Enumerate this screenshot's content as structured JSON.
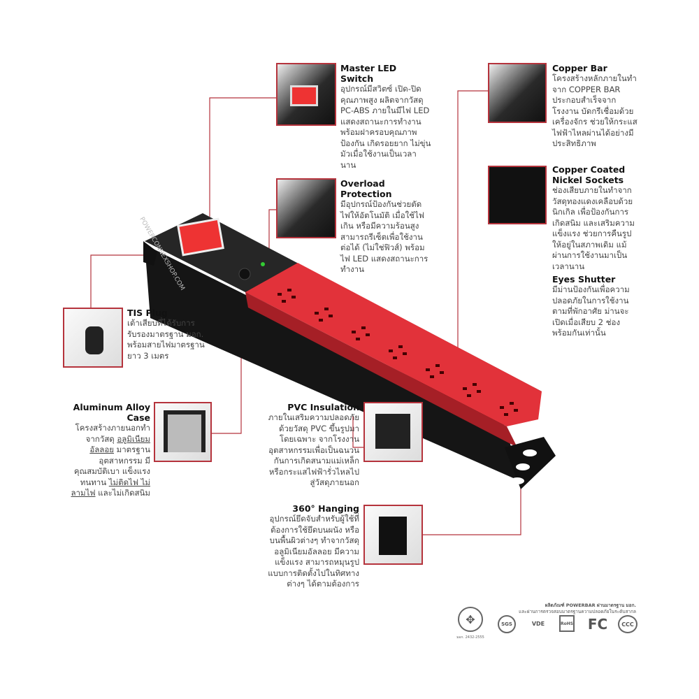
{
  "features": {
    "master": {
      "title": "Master LED Switch",
      "body": "อุปกรณ์มีสวิตซ์ เปิด-ปิด คุณภาพสูง ผลิตจากวัสดุ PC-ABS ภายในมีไฟ LED แสดงสถานะการทำงาน พร้อมฝาครอบคุณภาพ ป้องกัน เกิดรอยยาก ไม่ขุ่นมัวเมื่อใช้งานเป็นเวลานาน"
    },
    "overload": {
      "title": "Overload Protection",
      "body": "มีอุปกรณ์ป้องกันช่วยตัดไฟให้อัตโนมัติ เมื่อใช้ไฟเกิน หรือมีความร้อนสูง สามารถรีเซ็ตเพื่อใช้งานต่อได้ (ไม่ใช่ฟิวส์) พร้อมไฟ LED แสดงสถานะการทำงาน"
    },
    "copper": {
      "title": "Copper Bar",
      "body": "โครงสร้างหลักภายในทำจาก COPPER BAR ประกอบสำเร็จจากโรงงาน บัดกรีเชื่อมด้วยเครื่องจักร ช่วยให้กระแสไฟฟ้าไหลผ่านได้อย่างมีประสิทธิภาพ"
    },
    "nickel": {
      "title": "Copper Coated Nickel Sockets",
      "body": "ช่องเสียบภายในทำจากวัสดุทองแดงเคลือบด้วยนิกเกิล เพื่อป้องกันการเกิดสนิม และเสริมความแข็งแรง ช่วยการคืนรูปให้อยู่ในสภาพเดิม แม้ผ่านการใช้งานมาเป็นเวลานาน"
    },
    "shutter": {
      "title": "Eyes Shutter",
      "body": "มีม่านป้องกันเพื่อความปลอดภัยในการใช้งานตามที่พักอาศัย ม่านจะเปิดเมื่อเสียบ 2 ช่องพร้อมกันเท่านั้น"
    },
    "tis": {
      "title": "TIS Plug",
      "body": "เต้าเสียบที่ได้รับการรับรองมาตรฐาน มอก. พร้อมสายไฟมาตรฐานยาว 3 เมตร"
    },
    "aluminum": {
      "title": "Aluminum Alloy Case",
      "body1": "โครงสร้างภายนอกทำจากวัสดุ ",
      "link1": "อลูมิเนียมอัลลอย",
      "body2": " มาตรฐานอุตสาหกรรม มีคุณสมบัติเบา แข็งแรง ทนทาน ",
      "link2": "ไม่ติดไฟ ไม่ลามไฟ",
      "body3": " และไม่เกิดสนิม"
    },
    "pvc": {
      "title": "PVC Insulation",
      "body": "ภายในเสริมความปลอดภัยด้วยวัสดุ PVC ขึ้นรูปมาโดยเฉพาะ จากโรงงานอุตสาหกรรมเพื่อเป็นฉนวนกันการเกิดสนามแม่เหล็ก หรือกระแสไฟฟ้ารั่วไหลไปสู่วัสดุภายนอก"
    },
    "hanging": {
      "title": "360° Hanging",
      "body": "อุปกรณ์ยึดจับสำหรับผู้ใช้ที่ต้องการใช้ยึดบนผนัง หรือบนพื้นผิวต่างๆ ทำจากวัสดุอลูมิเนียมอัลลอย มีความแข็งแรง สามารถหมุนรูปแบบการติดตั้งไปในทิศทางต่างๆ ได้ตามต้องการ"
    }
  },
  "watermark": "POWERCONNEXSHOP.COM",
  "footer": {
    "line1": "ผลิตภัณฑ์ POWERBAR ผ่านมาตรฐาน มอก.",
    "line2": "และผ่านการตรวจสอบมาตรฐานความปลอดภัยในระดับสากล",
    "tis_no": "มอก. 2432-2555",
    "logos": [
      "SGS",
      "VDE",
      "RoHS",
      "FC",
      "CCC"
    ]
  },
  "colors": {
    "accent": "#b5333c",
    "socket_red": "#e2323a",
    "body": "#1a1a1a"
  }
}
